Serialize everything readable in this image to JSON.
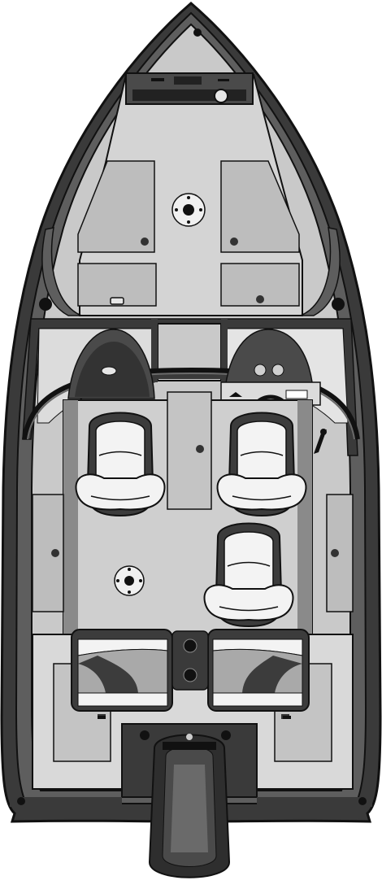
{
  "diagram": {
    "subject": "boat-deck-layout-top-view",
    "colors": {
      "outline": "#1a1a1a",
      "hull": "#3a3a3a",
      "gunwale": "#5e5e5e",
      "deck": "#c9c9c9",
      "deck_light": "#d9d9d9",
      "hatch": "#bdbdbd",
      "seat_white": "#f3f3f3",
      "seat_gray": "#a9a9a9",
      "seat_dark": "#3c3c3c",
      "motor": "#2e2e2e",
      "motor_light": "#6a6a6a"
    },
    "components": [
      {
        "id": "bow-casting-deck",
        "icon": "deck-hatch-icon"
      },
      {
        "id": "windshield",
        "icon": "windshield-icon"
      },
      {
        "id": "helm-console",
        "icon": "steering-wheel-icon"
      },
      {
        "id": "captain-seat",
        "icon": "seat-icon"
      },
      {
        "id": "passenger-seat",
        "icon": "seat-icon"
      },
      {
        "id": "fishing-seat",
        "icon": "seat-icon"
      },
      {
        "id": "rear-bench-seats",
        "icon": "bench-seat-icon"
      },
      {
        "id": "seat-pedestal-base",
        "icon": "pedestal-icon"
      },
      {
        "id": "outboard-motor",
        "icon": "outboard-motor-icon"
      }
    ]
  }
}
